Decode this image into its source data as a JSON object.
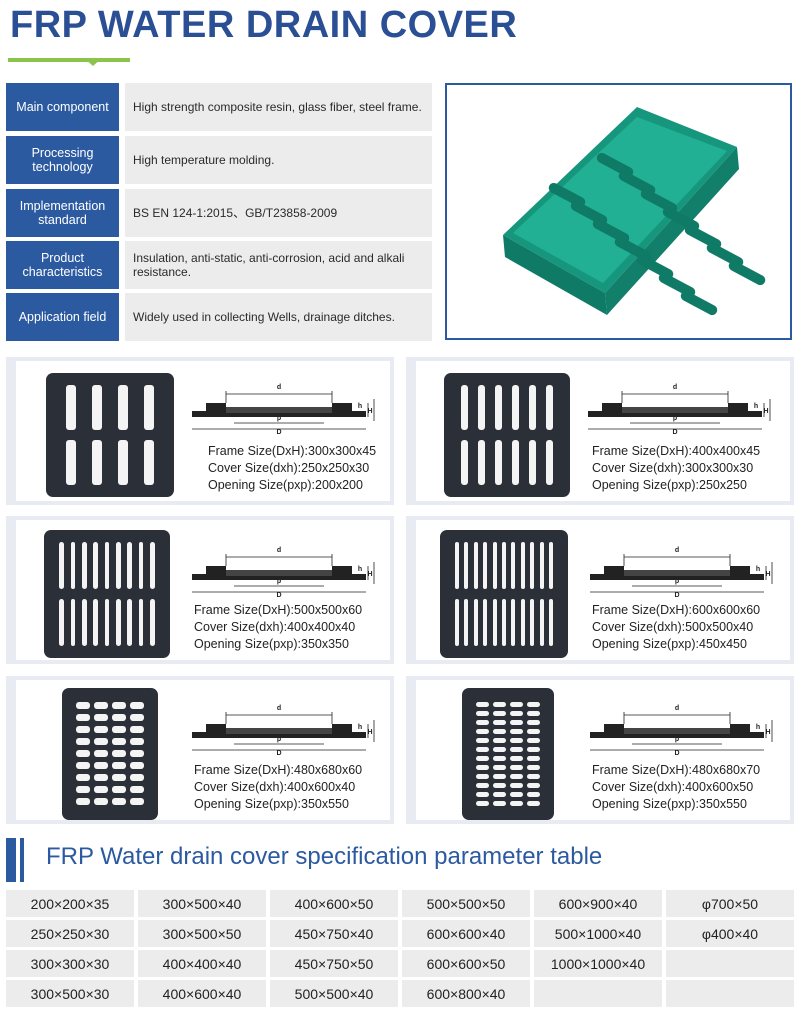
{
  "title": "FRP WATER DRAIN COVER",
  "specs": [
    {
      "label": "Main component",
      "value": "High strength composite resin, glass fiber, steel frame."
    },
    {
      "label": "Processing technology",
      "value": "High temperature molding."
    },
    {
      "label": "Implementation standard",
      "value": "BS EN 124-1:2015、GB/T23858-2009"
    },
    {
      "label": "Product characteristics",
      "value": "Insulation, anti-static, anti-corrosion, acid and alkali resistance."
    },
    {
      "label": "Application field",
      "value": "Widely used in collecting Wells, drainage ditches."
    }
  ],
  "diagram_labels": {
    "d": "d",
    "p": "p",
    "D": "D",
    "h": "h",
    "H": "H"
  },
  "products": [
    {
      "frame": "Frame Size(DxH):300x300x45",
      "cover": "Cover Size(dxh):250x250x30",
      "opening": "Opening Size(pxp):200x200"
    },
    {
      "frame": "Frame Size(DxH):400x400x45",
      "cover": "Cover Size(dxh):300x300x30",
      "opening": "Opening Size(pxp):250x250"
    },
    {
      "frame": "Frame Size(DxH):500x500x60",
      "cover": "Cover Size(dxh):400x400x40",
      "opening": "Opening Size(pxp):350x350"
    },
    {
      "frame": "Frame Size(DxH):600x600x60",
      "cover": "Cover Size(dxh):500x500x40",
      "opening": "Opening Size(pxp):450x450"
    },
    {
      "frame": "Frame Size(DxH):480x680x60",
      "cover": "Cover Size(dxh):400x600x40",
      "opening": "Opening Size(pxp):350x550"
    },
    {
      "frame": "Frame Size(DxH):480x680x70",
      "cover": "Cover Size(dxh):400x600x50",
      "opening": "Opening Size(pxp):350x550"
    }
  ],
  "table_title": "FRP Water drain cover specification parameter table",
  "param_table": [
    [
      "200×200×35",
      "300×500×40",
      "400×600×50",
      "500×500×50",
      "600×900×40",
      "φ700×50"
    ],
    [
      "250×250×30",
      "300×500×50",
      "450×750×40",
      "600×600×40",
      "500×1000×40",
      "φ400×40"
    ],
    [
      "300×300×30",
      "400×400×40",
      "450×750×50",
      "600×600×50",
      "1000×1000×40",
      ""
    ],
    [
      "300×500×30",
      "400×600×40",
      "500×500×40",
      "600×800×40",
      "",
      ""
    ]
  ],
  "colors": {
    "brand_blue": "#2c5aa0",
    "accent_green": "#8cc34b",
    "cover_teal": "#1aa88c",
    "grate_dark": "#2b3038"
  }
}
